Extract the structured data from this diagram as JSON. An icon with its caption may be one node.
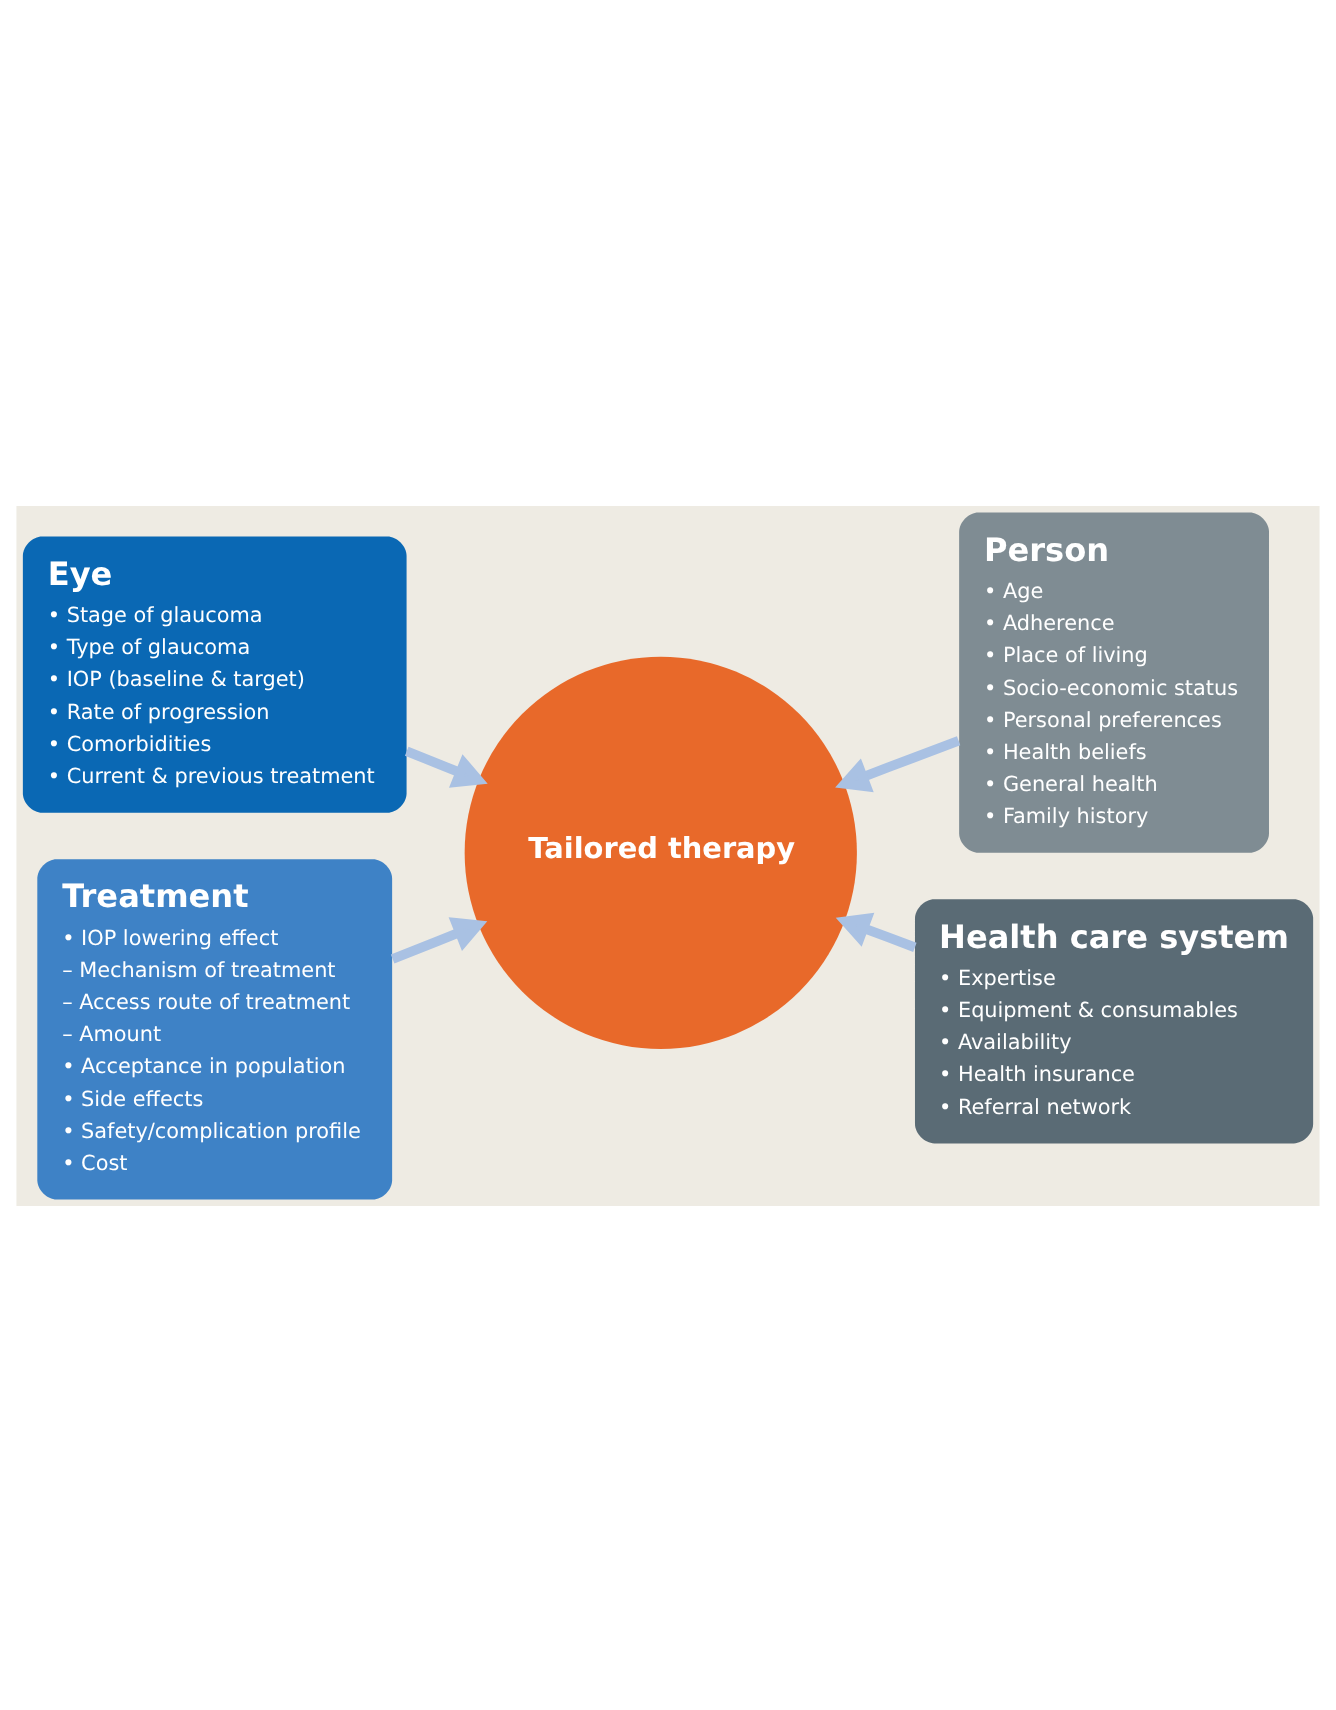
{
  "diagram": {
    "nodes": [
      {
        "text": [
          "Eye",
          "• Stage of glaucoma",
          "• Type of glaucoma",
          "• IOP (baseline & target)",
          "• Rate of progression",
          "• Comorbidities",
          "• Current & previous treatment"
        ]
      },
      {
        "text": [
          "Person",
          "• Age",
          "• Adherence",
          "• Place of living",
          "• Socio-economic status",
          "• Personal preferences",
          "• Health beliefs",
          "• General health",
          "• Family history"
        ]
      },
      {
        "text": [
          "Tailored therapy"
        ]
      },
      {
        "text": [
          "Treatment",
          "• IOP lowering effect",
          "– Mechanism of treatment",
          "– Access route of treatment",
          "– Amount",
          "• Acceptance in population",
          "• Side effects",
          "• Safety/complication profile",
          "• Cost"
        ]
      },
      {
        "text": [
          "Health care system",
          "• Expertise",
          "• Equipment & consumables",
          "• Availability",
          "• Health insurance",
          "• Referral network"
        ]
      }
    ],
    "edges": [
      {
        "from": 0,
        "to": 2,
        "arrow": "to"
      },
      {
        "from": 1,
        "to": 2,
        "arrow": "to"
      },
      {
        "from": 3,
        "to": 2,
        "arrow": "to"
      },
      {
        "from": 4,
        "to": 2,
        "arrow": "to"
      }
    ]
  }
}
